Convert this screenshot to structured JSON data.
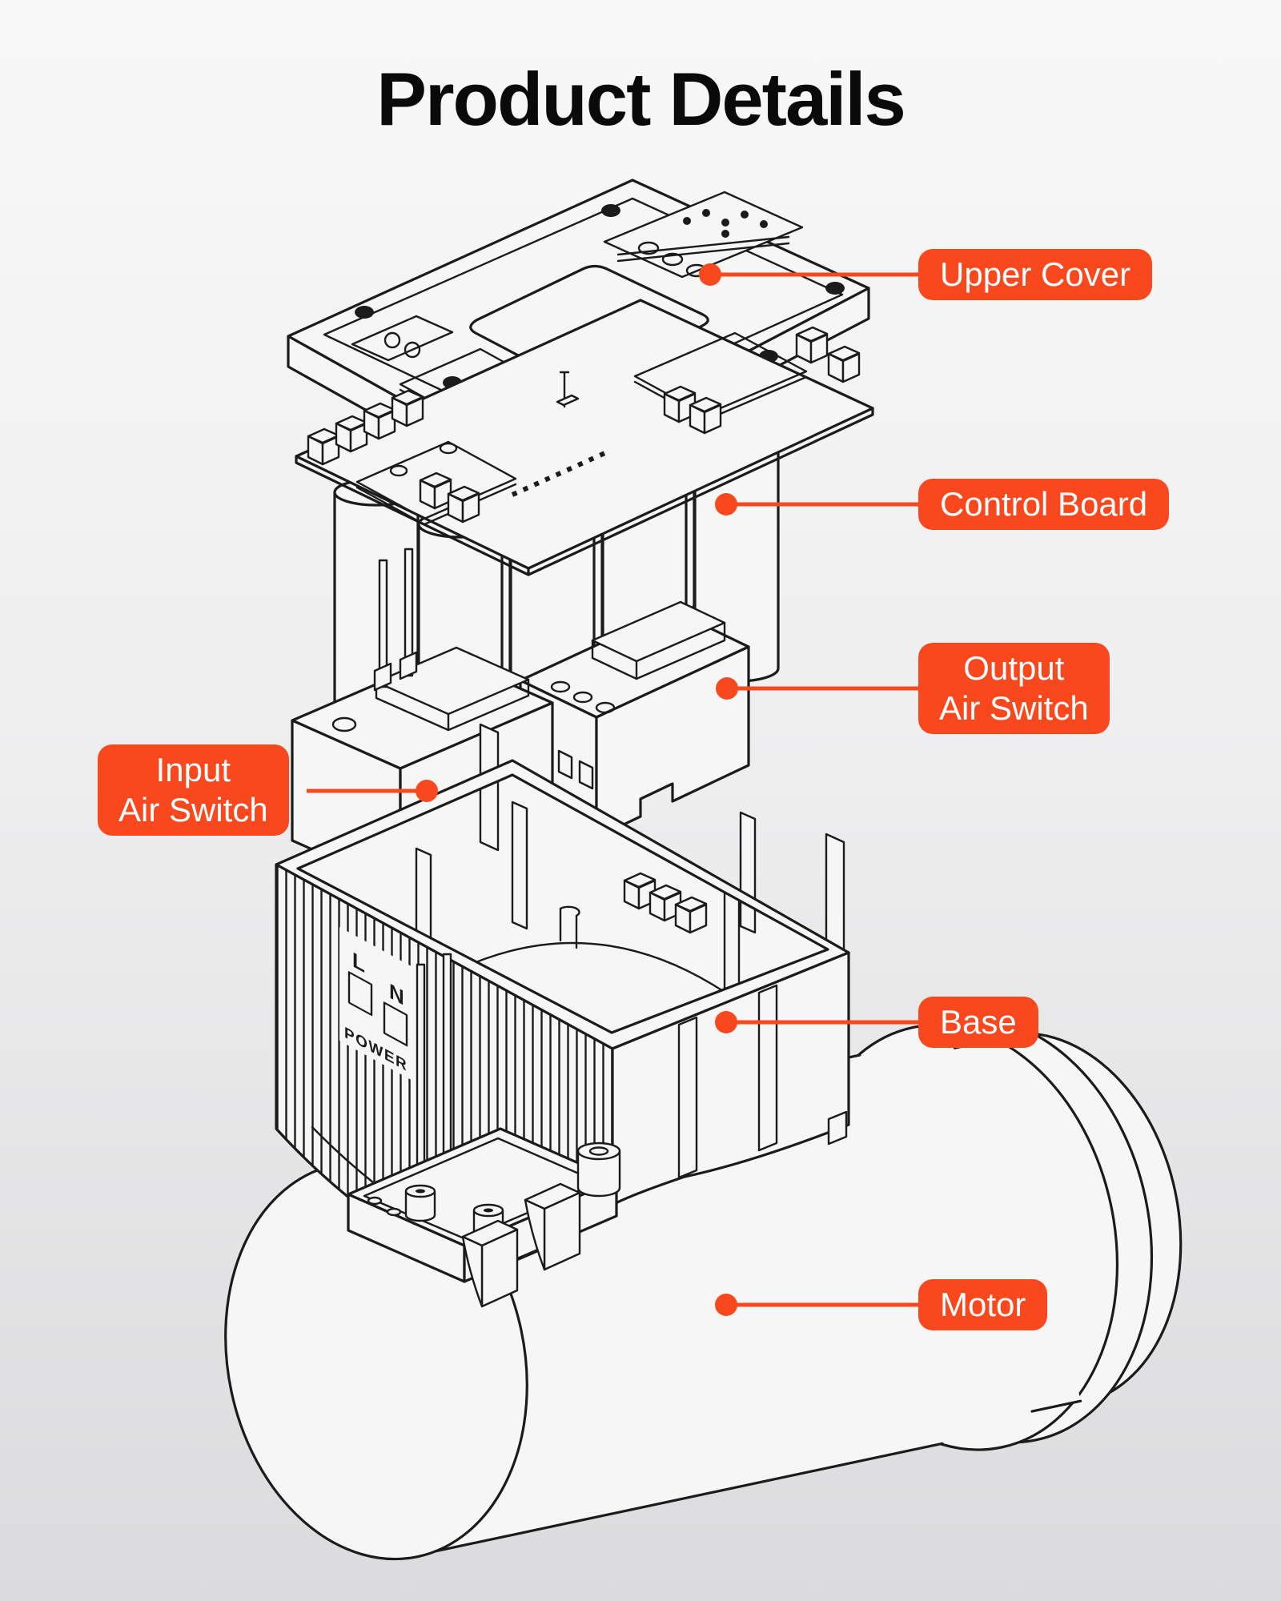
{
  "title": "Product Details",
  "colors": {
    "accent": "#F9481E",
    "ink": "#1B1B1B",
    "part_fill": "#F6F6F7",
    "label_text": "#FFFFFF",
    "title_color": "#0A0A0A",
    "bg_top": "#F8F8F8",
    "bg_mid": "#EFEFF0",
    "bg_bottom": "#DBDBDD"
  },
  "callouts": [
    {
      "id": "upper-cover",
      "line1": "Upper Cover"
    },
    {
      "id": "control-board",
      "line1": "Control Board"
    },
    {
      "id": "output-air-switch",
      "line1": "Output",
      "line2": "Air Switch"
    },
    {
      "id": "input-air-switch",
      "line1": "Input",
      "line2": "Air Switch"
    },
    {
      "id": "base",
      "line1": "Base"
    },
    {
      "id": "motor",
      "line1": "Motor"
    }
  ],
  "diagram": {
    "base_markings": {
      "l": "L",
      "n": "N",
      "power": "POWER"
    }
  }
}
